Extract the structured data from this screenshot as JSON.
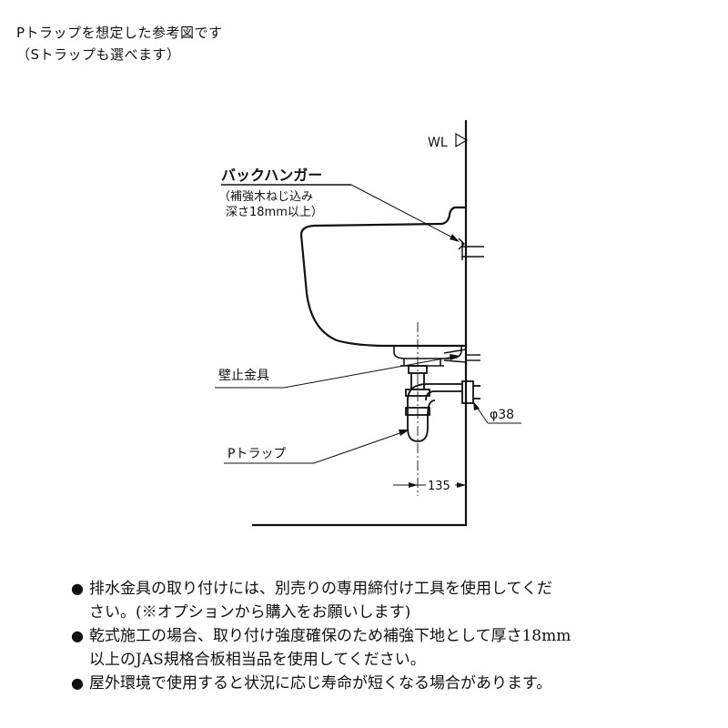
{
  "header": {
    "line1": "Pトラップを想定した参考図です",
    "line2": "（Sトラップも選べます）"
  },
  "diagram": {
    "wl_label": "WL",
    "back_hanger": {
      "title": "バックハンガー",
      "note_line1": "（補強木ねじ込み",
      "note_line2": "深さ18mm以上）"
    },
    "wall_bracket_label": "壁止金具",
    "p_trap_label": "Pトラップ",
    "pipe_diameter_label": "φ38",
    "trap_offset_label": "135"
  },
  "notes": {
    "bullet": "●",
    "items": [
      {
        "lines": [
          "排水金具の取り付けには、別売りの専用締付け工具を使用してくだ",
          "さい。(※オプションから購入をお願いします)"
        ]
      },
      {
        "lines": [
          "乾式施工の場合、取り付け強度確保のため補強下地として厚さ18mm",
          "以上のJAS規格合板相当品を使用してください。"
        ]
      },
      {
        "lines": [
          "屋外環境で使用すると状況に応じ寿命が短くなる場合があります。"
        ]
      }
    ]
  }
}
